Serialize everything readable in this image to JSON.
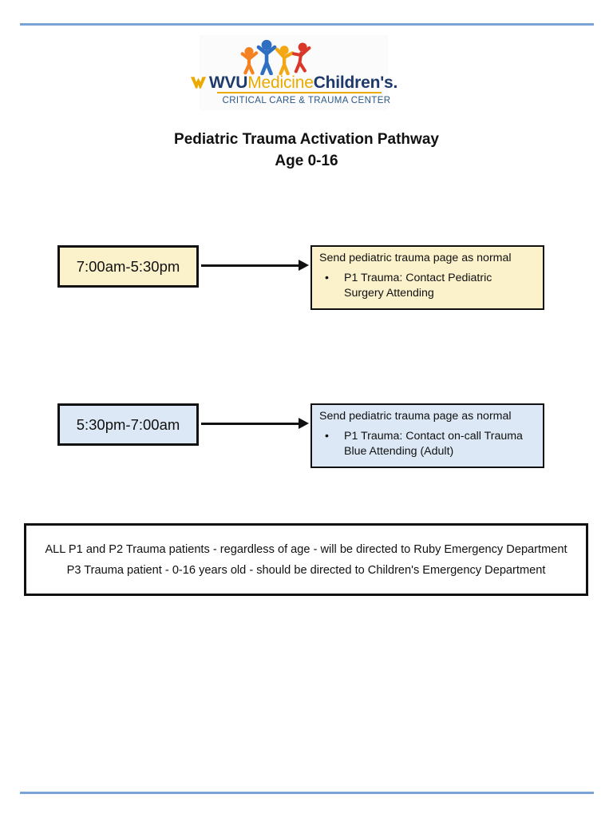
{
  "page": {
    "top_rule_color": "#7aa4d6",
    "bottom_rule_color": "#7aa4d6"
  },
  "logo": {
    "brand_wvu": "WVU",
    "brand_medicine": "Medicine",
    "brand_childrens": "Children's.",
    "subtitle": "CRITICAL CARE & TRAUMA CENTER",
    "colors": {
      "navy": "#1e3a6d",
      "gold": "#eaaa00",
      "subtitle_blue": "#2d5886",
      "figure_orange": "#f58220",
      "figure_blue": "#2f6fc1",
      "figure_gold": "#f3a712",
      "figure_red": "#d9372a"
    }
  },
  "icons": {
    "logo_figures": "children-figures-icon",
    "flying_wv": "flying-wv-icon",
    "flow_arrow": "arrow-right-icon"
  },
  "title": {
    "line1": "Pediatric Trauma Activation Pathway",
    "line2": "Age 0-16"
  },
  "ui": {
    "bullet": "•"
  },
  "flows": [
    {
      "time": "7:00am-5:30pm",
      "header": "Send pediatric trauma page as normal",
      "bullets": [
        "P1 Trauma: Contact Pediatric Surgery Attending"
      ],
      "fill": "#fbf1cb"
    },
    {
      "time": "5:30pm-7:00am",
      "header": "Send pediatric trauma page as normal",
      "bullets": [
        "P1 Trauma: Contact on-call Trauma Blue Attending (Adult)"
      ],
      "fill": "#dce8f5"
    }
  ],
  "footer_note": {
    "line1": "ALL P1 and P2 Trauma patients - regardless of age - will be directed to Ruby Emergency Department",
    "line2": "P3 Trauma patient - 0-16 years old - should be directed to Children's Emergency Department"
  }
}
